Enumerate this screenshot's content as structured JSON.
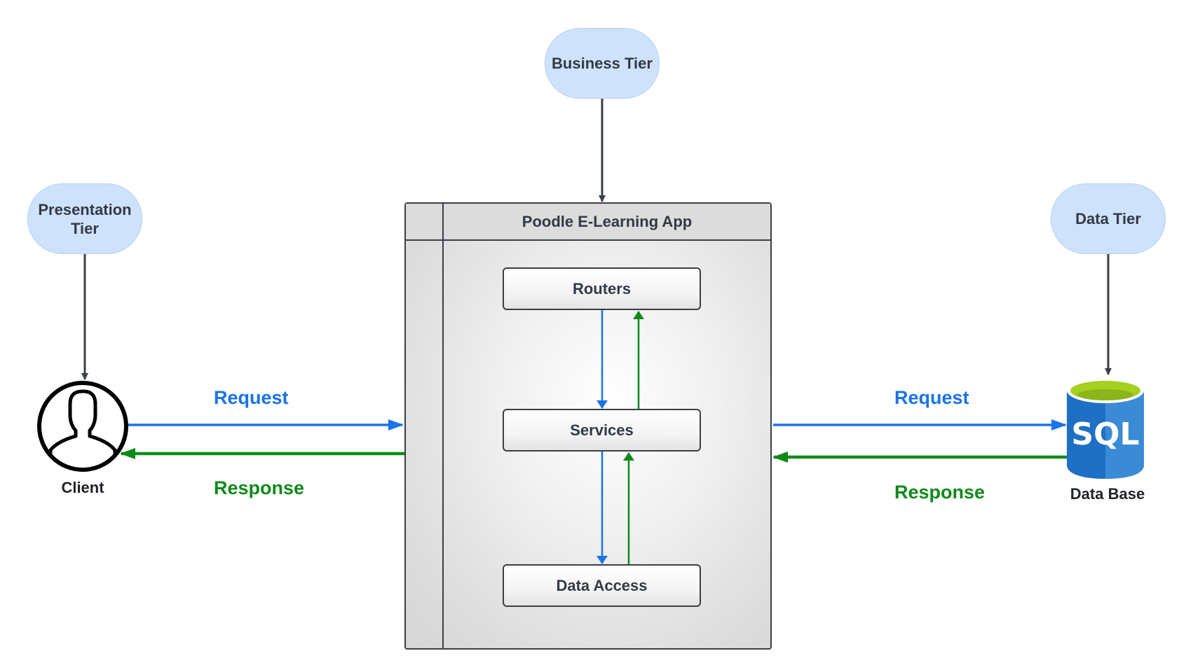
{
  "tiers": {
    "business": "Business Tier",
    "presentation_line1": "Presentation",
    "presentation_line2": "Tier",
    "data": "Data Tier"
  },
  "app": {
    "title": "Poodle E-Learning App",
    "layers": [
      "Routers",
      "Services",
      "Data Access"
    ]
  },
  "nodes": {
    "client": "Client",
    "database": "Data Base",
    "database_badge": "SQL"
  },
  "flows": {
    "left_request": "Request",
    "left_response": "Response",
    "right_request": "Request",
    "right_response": "Response"
  },
  "colors": {
    "request": "#1a73e8",
    "response": "#0f8a1a",
    "tier_fill": "#cfe2fc",
    "connector": "#3a3f46",
    "sql_blue": "#1f6fc5",
    "sql_top": "#a5d021"
  },
  "icons": {
    "client": "user-circle-icon",
    "database": "sql-database-icon"
  }
}
